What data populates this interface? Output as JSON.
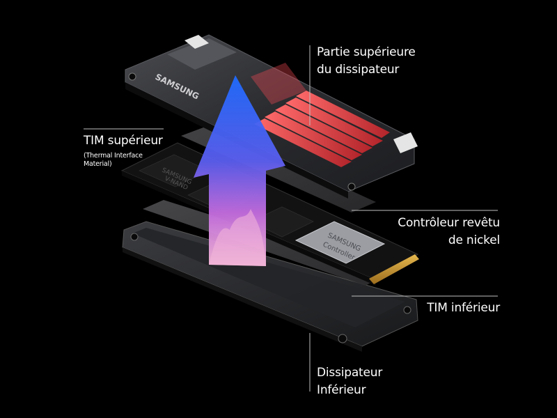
{
  "labels": {
    "top_heatsink": {
      "line1": "Partie supérieure",
      "line2": "du dissipateur"
    },
    "tim_top": {
      "line1": "TIM supérieur",
      "sub1": "(Thermal Interface",
      "sub2": "Material)"
    },
    "controller": {
      "line1": "Contrôleur revêtu",
      "line2": "de nickel"
    },
    "tim_bottom": {
      "line1": "TIM inférieur"
    },
    "bottom_heatsink": {
      "line1": "Dissipateur",
      "line2": "Inférieur"
    }
  },
  "chip_text": {
    "brand_heatsink": "SAMSUNG",
    "brand_chip": "SAMSUNG",
    "nand": "V-NAND",
    "controller_brand": "SAMSUNG",
    "controller_name": "Controller"
  },
  "colors": {
    "background": "#000000",
    "heatsink": "#2b2c2f",
    "fins_red": "#d8343a",
    "pcb": "#151515",
    "gold": "#c8972e",
    "tim": "#3a3a3c",
    "arrow_blue": "#2f5cf0",
    "flame": "#f0a0c8",
    "leader": "#bfbfbf",
    "text": "#ffffff"
  }
}
